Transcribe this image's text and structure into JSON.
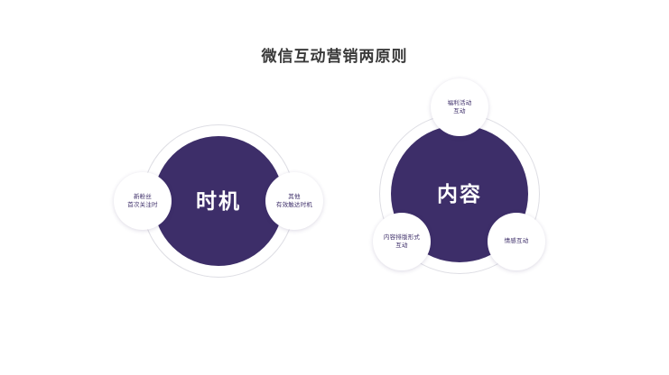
{
  "slide": {
    "title": "微信互动营销两原则",
    "background_color": "#ffffff",
    "accent_color": "#3d2e69",
    "ring_color": "#dedee4",
    "title_color": "#3a3a3a"
  },
  "groups": [
    {
      "id": "timing",
      "core_label": "时机",
      "satellites": [
        {
          "id": "new-fans",
          "lines": [
            "新粉丝",
            "首次关注时"
          ]
        },
        {
          "id": "other-reach",
          "lines": [
            "其他",
            "有效触达时机"
          ]
        }
      ]
    },
    {
      "id": "content",
      "core_label": "内容",
      "satellites": [
        {
          "id": "welfare-activity",
          "lines": [
            "福利活动",
            "互动"
          ]
        },
        {
          "id": "layout-format",
          "lines": [
            "内容排版形式",
            "互动"
          ]
        },
        {
          "id": "emotional",
          "lines": [
            "情感互动",
            ""
          ]
        }
      ]
    }
  ]
}
